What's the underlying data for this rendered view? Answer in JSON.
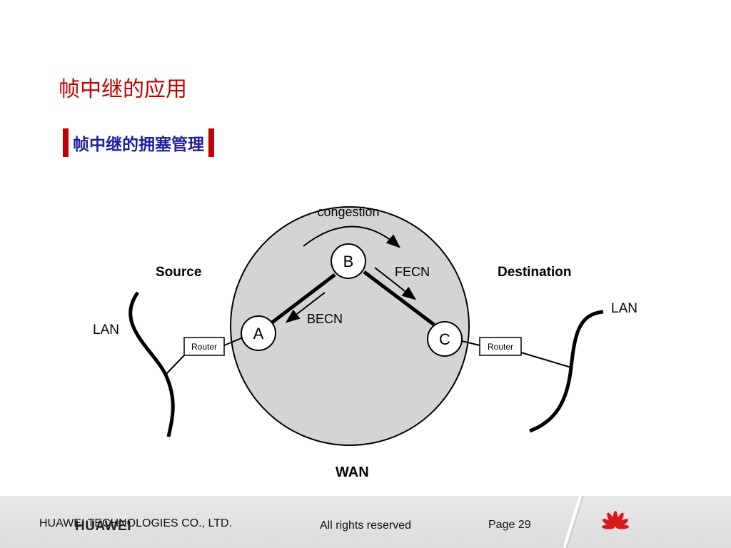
{
  "slide": {
    "title": "帧中继的应用",
    "subtitle": "帧中继的拥塞管理"
  },
  "diagram": {
    "congestion_label": "congestion",
    "source_label": "Source",
    "destination_label": "Destination",
    "lan_left_label": "LAN",
    "lan_right_label": "LAN",
    "router_left_label": "Router",
    "router_right_label": "Router",
    "node_a_label": "A",
    "node_b_label": "B",
    "node_c_label": "C",
    "fecn_label": "FECN",
    "becn_label": "BECN",
    "wan_label": "WAN"
  },
  "footer": {
    "company": "HUAWEI TECHNOLOGIES CO., LTD.",
    "rights": "All rights reserved",
    "page": "Page 29",
    "logo_text": "HUAWEI"
  },
  "colors": {
    "title": "#c00000",
    "subtitle": "#1f1f9f",
    "accent_bar": "#c00000",
    "wan_fill": "#d4d4d4"
  }
}
